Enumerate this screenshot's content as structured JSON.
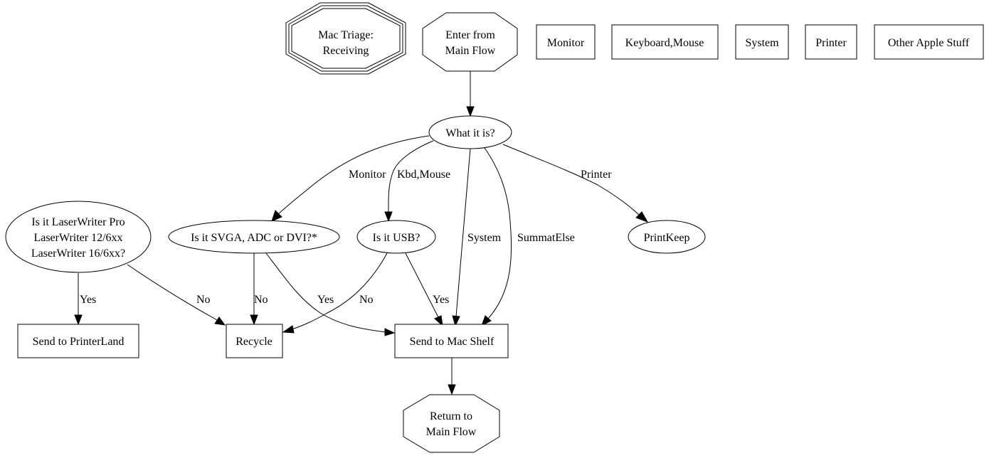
{
  "diagram": {
    "nodes": {
      "title": {
        "lines": [
          "Mac Triage:",
          "Receiving"
        ],
        "shape": "tripleoctagon"
      },
      "enter": {
        "lines": [
          "Enter from",
          "Main Flow"
        ],
        "shape": "octagon"
      },
      "legend_monitor": {
        "label": "Monitor",
        "shape": "box"
      },
      "legend_keyboard": {
        "label": "Keyboard,Mouse",
        "shape": "box"
      },
      "legend_system": {
        "label": "System",
        "shape": "box"
      },
      "legend_printer": {
        "label": "Printer",
        "shape": "box"
      },
      "legend_other": {
        "label": "Other Apple Stuff",
        "shape": "box"
      },
      "what": {
        "label": "What it is?",
        "shape": "ellipse"
      },
      "laserwriter": {
        "lines": [
          "Is it LaserWriter Pro",
          "LaserWriter 12/6xx",
          "LaserWriter 16/6xx?"
        ],
        "shape": "ellipse"
      },
      "svga": {
        "label": "Is it SVGA, ADC or DVI?*",
        "shape": "ellipse"
      },
      "usb": {
        "label": "Is it USB?",
        "shape": "ellipse"
      },
      "printkeep": {
        "label": "PrintKeep",
        "shape": "ellipse"
      },
      "printerland": {
        "label": "Send to PrinterLand",
        "shape": "box"
      },
      "recycle": {
        "label": "Recycle",
        "shape": "box"
      },
      "macshelf": {
        "label": "Send to Mac Shelf",
        "shape": "box"
      },
      "return": {
        "lines": [
          "Return to",
          "Main Flow"
        ],
        "shape": "octagon"
      }
    },
    "edges": [
      {
        "from": "enter",
        "to": "what",
        "label": ""
      },
      {
        "from": "what",
        "to": "svga",
        "label": "Monitor"
      },
      {
        "from": "what",
        "to": "usb",
        "label": "Kbd,Mouse"
      },
      {
        "from": "what",
        "to": "macshelf",
        "label": "System"
      },
      {
        "from": "what",
        "to": "macshelf",
        "label": "SummatElse"
      },
      {
        "from": "what",
        "to": "printkeep",
        "label": "Printer"
      },
      {
        "from": "laserwriter",
        "to": "printerland",
        "label": "Yes"
      },
      {
        "from": "laserwriter",
        "to": "recycle",
        "label": "No"
      },
      {
        "from": "svga",
        "to": "recycle",
        "label": "No"
      },
      {
        "from": "svga",
        "to": "macshelf",
        "label": "Yes"
      },
      {
        "from": "usb",
        "to": "recycle",
        "label": "No"
      },
      {
        "from": "usb",
        "to": "macshelf",
        "label": "Yes"
      },
      {
        "from": "macshelf",
        "to": "return",
        "label": ""
      }
    ]
  }
}
